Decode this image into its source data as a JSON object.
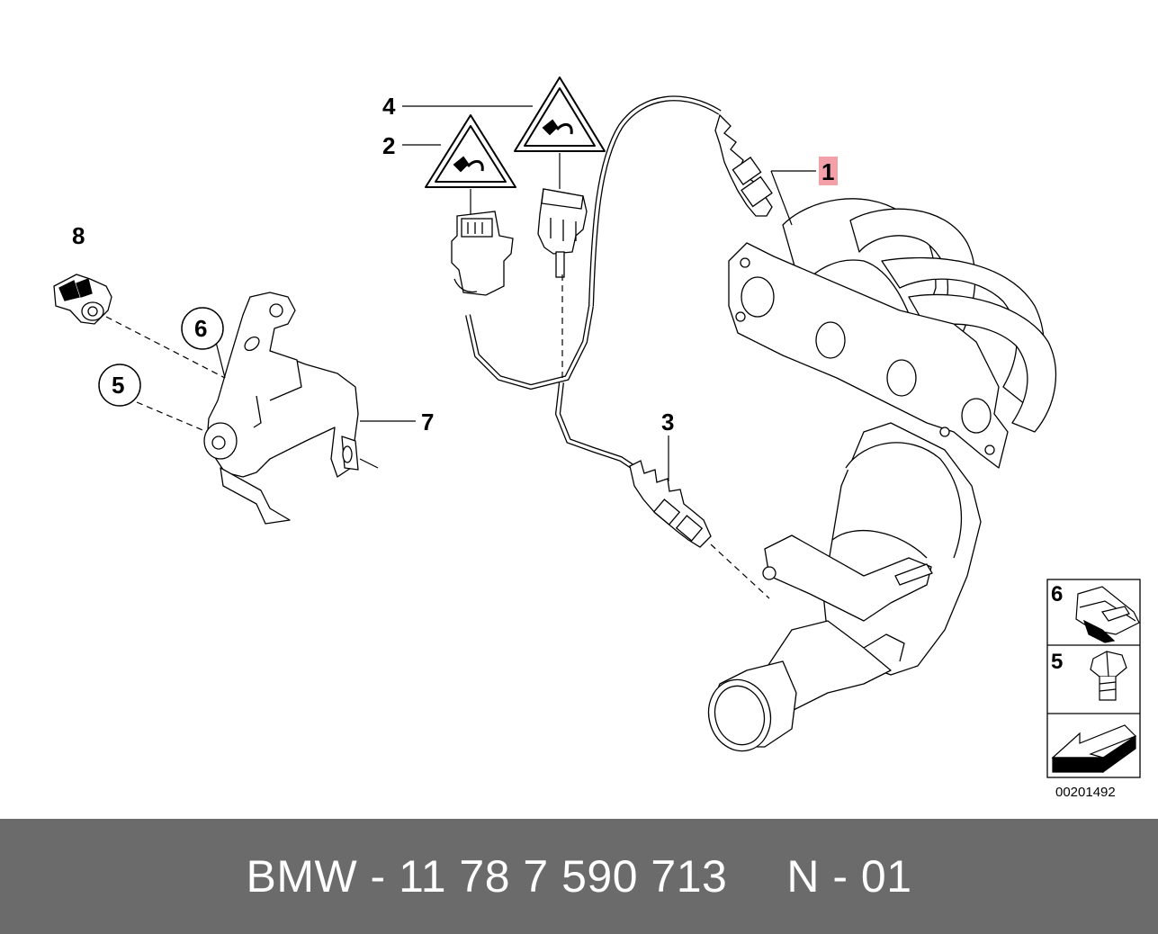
{
  "diagram": {
    "callouts": {
      "c1": "1",
      "c2": "2",
      "c3": "3",
      "c4": "4",
      "c5": "5",
      "c6": "6",
      "c7": "7",
      "c8": "8"
    },
    "legend": {
      "item6": "6",
      "item5": "5"
    },
    "figure_number": "00201492"
  },
  "footer": {
    "part_number": "BMW - 11 78 7 590 713",
    "position": "N - 01"
  },
  "colors": {
    "footer_background": "#6b6b6b",
    "highlight": "#f4a0a8",
    "line": "#000000"
  }
}
